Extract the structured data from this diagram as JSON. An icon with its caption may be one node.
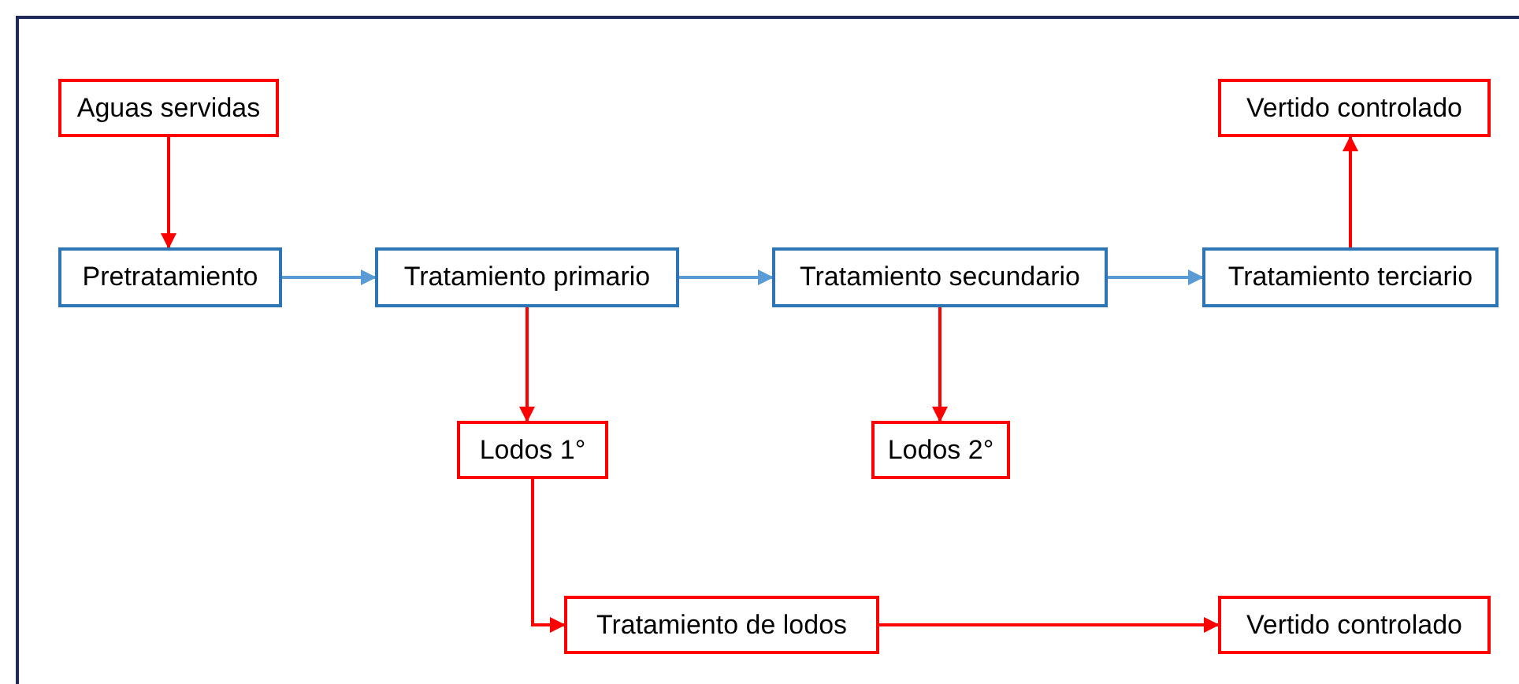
{
  "diagram": {
    "nodes": [
      {
        "text": [
          "Aguas servidas"
        ]
      },
      {
        "text": [
          "Pretratamiento"
        ]
      },
      {
        "text": [
          "Tratamiento primario"
        ]
      },
      {
        "text": [
          "Tratamiento secundario"
        ]
      },
      {
        "text": [
          "Tratamiento terciario"
        ]
      },
      {
        "text": [
          "Vertido controlado"
        ]
      },
      {
        "text": [
          "Lodos 1°"
        ]
      },
      {
        "text": [
          "Lodos 2°"
        ]
      },
      {
        "text": [
          "Tratamiento de lodos"
        ]
      },
      {
        "text": [
          "Vertido controlado"
        ]
      }
    ],
    "edges": [
      {
        "from": 0,
        "to": 1,
        "arrow": "to"
      },
      {
        "from": 1,
        "to": 2,
        "arrow": "to",
        "color": "#5b9bd5"
      },
      {
        "from": 2,
        "to": 3,
        "arrow": "to",
        "color": "#5b9bd5"
      },
      {
        "from": 3,
        "to": 4,
        "arrow": "to",
        "color": "#5b9bd5"
      },
      {
        "from": 4,
        "to": 5,
        "arrow": "to"
      },
      {
        "from": 2,
        "to": 6,
        "arrow": "to"
      },
      {
        "from": 3,
        "to": 7,
        "arrow": "to"
      },
      {
        "from": 6,
        "to": 8,
        "arrow": "to"
      },
      {
        "from": 8,
        "to": 9,
        "arrow": "to"
      }
    ]
  }
}
